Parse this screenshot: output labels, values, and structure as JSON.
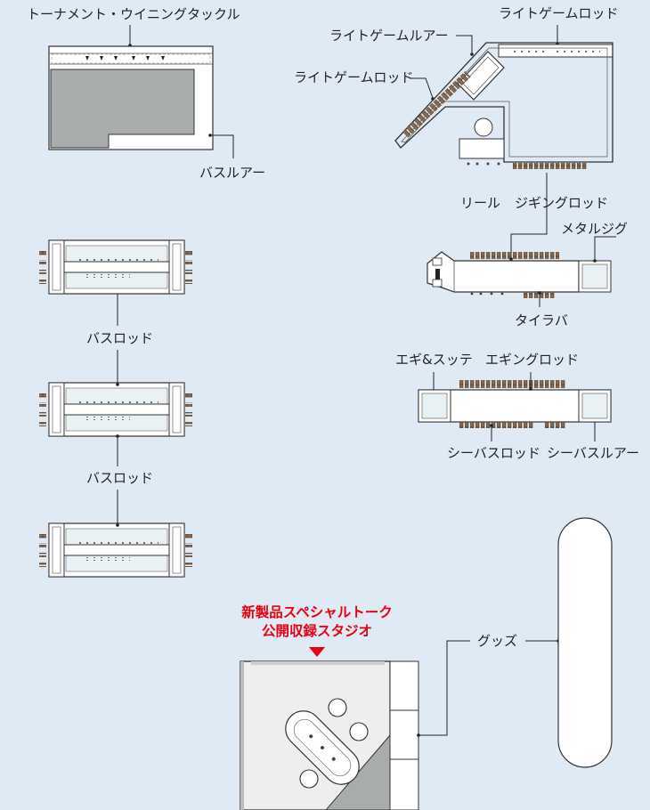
{
  "labels": {
    "tournament": "トーナメント・ウイニングタックル",
    "bass_lure_1": "バスルアー",
    "light_game_lure": "ライトゲームルアー",
    "light_game_rod_1": "ライトゲームロッド",
    "light_game_rod_2": "ライトゲームロッド",
    "reel": "リール",
    "jigging_rod": "ジギングロッド",
    "metal_jig": "メタルジグ",
    "tairaba": "タイラバ",
    "bass_rod_1": "バスロッド",
    "bass_rod_2": "バスロッド",
    "egi_sutte": "エギ&スッテ",
    "eging_rod": "エギングロッド",
    "sea_bass_rod": "シーバスロッド",
    "sea_bass_lure": "シーバスルアー",
    "studio_line1": "新製品スペシャルトーク",
    "studio_line2": "公開収録スタジオ",
    "goods": "グッズ"
  },
  "colors": {
    "background": "#dfeaf4",
    "accent_red": "#e60012",
    "fixture_gray": "#a9acad",
    "rod_brown": "#8a6a4f"
  }
}
